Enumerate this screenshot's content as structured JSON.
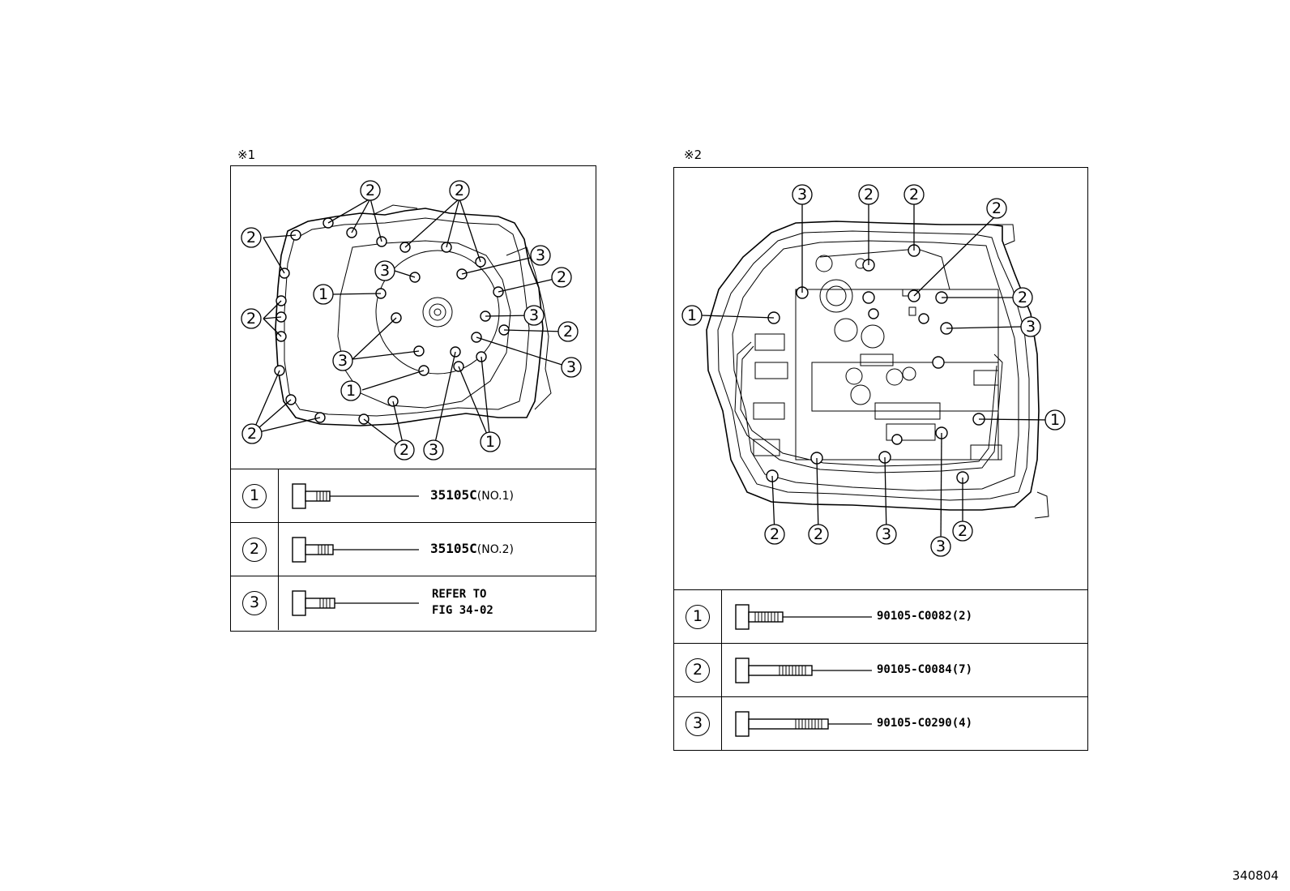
{
  "panel1": {
    "mark": "※1",
    "rows": [
      {
        "num": "1",
        "part": "35105C",
        "sub": "(NO.1)"
      },
      {
        "num": "2",
        "part": "35105C",
        "sub": "(NO.2)"
      },
      {
        "num": "3",
        "refer_line1": "REFER TO",
        "refer_line2": "FIG 34-02"
      }
    ]
  },
  "panel2": {
    "mark": "※2",
    "rows": [
      {
        "num": "1",
        "part": "90105-C0082(2)"
      },
      {
        "num": "2",
        "part": "90105-C0084(7)"
      },
      {
        "num": "3",
        "part": "90105-C0290(4)"
      }
    ]
  },
  "figure_code": "340804"
}
